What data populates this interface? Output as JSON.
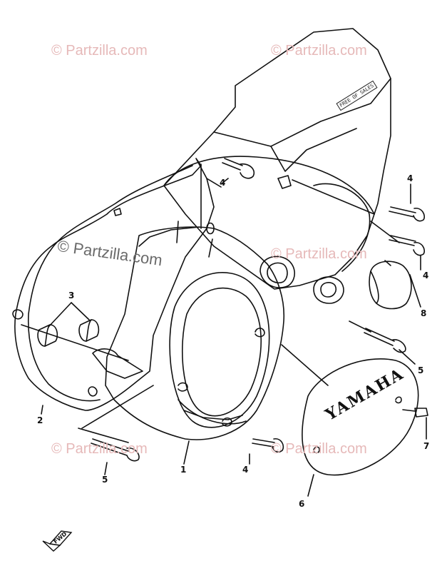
{
  "watermarks": {
    "corner": "© Partzilla.com",
    "center": "© Partzilla.com"
  },
  "brand_text": "YAMAHA",
  "engraving_text": "FREE OF SALES",
  "front_arrow_label": "FWD",
  "callouts": {
    "c1": "1",
    "c2": "2",
    "c3": "3",
    "c4a": "4",
    "c4b": "4",
    "c4c": "4",
    "c4d": "4",
    "c5a": "5",
    "c5b": "5",
    "c6": "6",
    "c7": "7",
    "c8": "8"
  },
  "colors": {
    "line": "#111111",
    "watermark": "#e6b9b9"
  }
}
